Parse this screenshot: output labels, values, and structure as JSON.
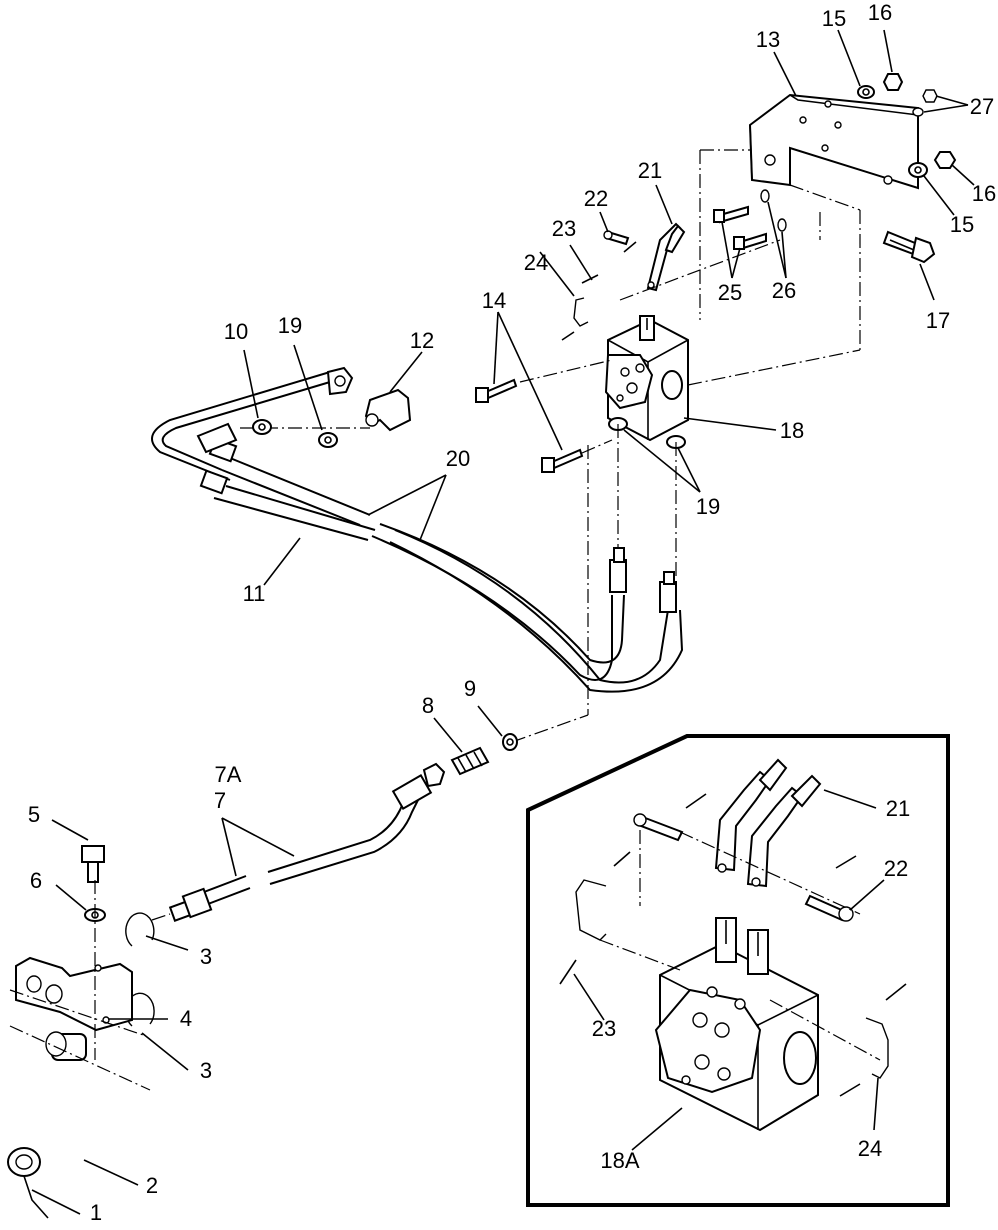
{
  "diagram": {
    "callouts": {
      "c1": "1",
      "c2": "2",
      "c3a": "3",
      "c3b": "3",
      "c4": "4",
      "c5": "5",
      "c6": "6",
      "c7": "7",
      "c7a": "7A",
      "c8": "8",
      "c9": "9",
      "c10": "10",
      "c11": "11",
      "c12": "12",
      "c13": "13",
      "c14": "14",
      "c15a": "15",
      "c15b": "15",
      "c16a": "16",
      "c16b": "16",
      "c17": "17",
      "c18": "18",
      "c19a": "19",
      "c19b": "19",
      "c20": "20",
      "c21": "21",
      "c22": "22",
      "c23": "23",
      "c24": "24",
      "c25": "25",
      "c26": "26",
      "c27": "27"
    },
    "inset": {
      "callouts": {
        "c18a": "18A",
        "c21": "21",
        "c22": "22",
        "c23": "23",
        "c24": "24"
      }
    }
  }
}
